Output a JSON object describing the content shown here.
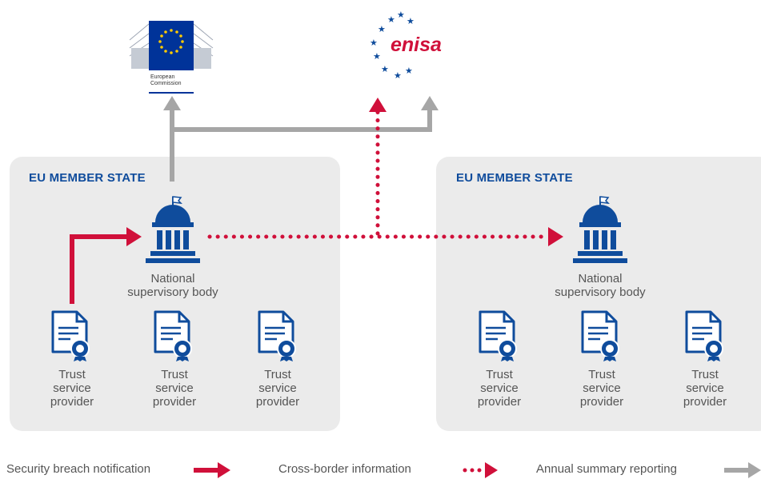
{
  "logos": {
    "ec": {
      "line1": "European",
      "line2": "Commission"
    },
    "enisa": {
      "name": "enisa"
    }
  },
  "panels": [
    {
      "title": "EU MEMBER STATE",
      "body": {
        "line1": "National",
        "line2": "supervisory body"
      },
      "providers": [
        {
          "line1": "Trust",
          "line2": "service",
          "line3": "provider"
        },
        {
          "line1": "Trust",
          "line2": "service",
          "line3": "provider"
        },
        {
          "line1": "Trust",
          "line2": "service",
          "line3": "provider"
        }
      ]
    },
    {
      "title": "EU MEMBER STATE",
      "body": {
        "line1": "National",
        "line2": "supervisory body"
      },
      "providers": [
        {
          "line1": "Trust",
          "line2": "service",
          "line3": "provider"
        },
        {
          "line1": "Trust",
          "line2": "service",
          "line3": "provider"
        },
        {
          "line1": "Trust",
          "line2": "service",
          "line3": "provider"
        }
      ]
    }
  ],
  "legend": {
    "breach": "Security breach notification",
    "cross_border": "Cross-border information",
    "annual": "Annual summary reporting"
  },
  "colors": {
    "accent_blue": "#0f4c9c",
    "breach_red": "#d0103a",
    "reporting_gray": "#a6a6a6",
    "panel_bg": "#ebebeb"
  }
}
